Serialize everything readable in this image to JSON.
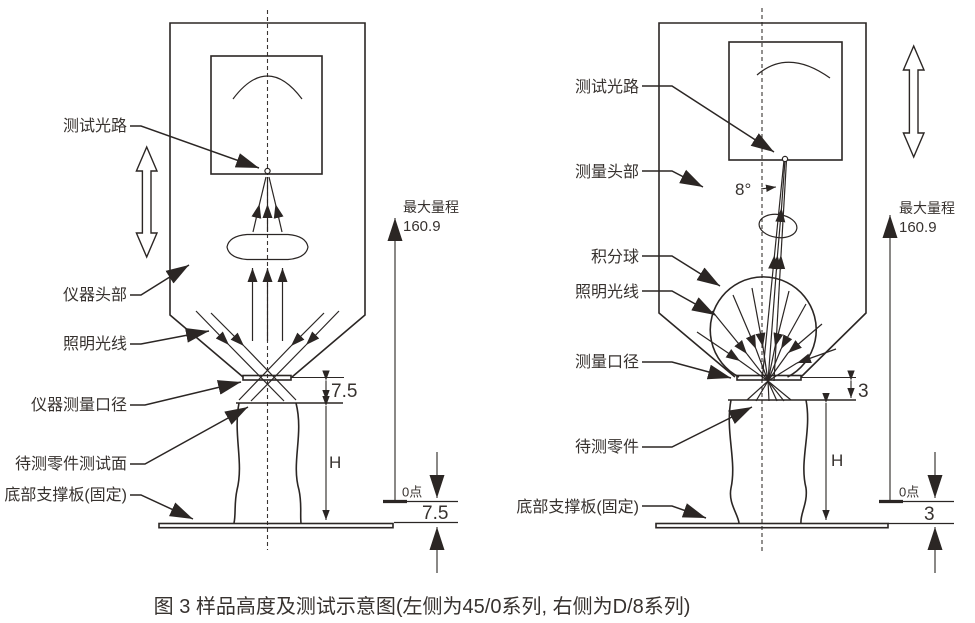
{
  "colors": {
    "ink": "#2b2624",
    "background": "#ffffff"
  },
  "caption": "图 3 样品高度及测试示意图(左侧为45/0系列, 右侧为D/8系列)",
  "left": {
    "labels": {
      "test_light_path": "测试光路",
      "instrument_head": "仪器头部",
      "illumination_rays": "照明光线",
      "instrument_aperture": "仪器测量口径",
      "part_test_surface": "待测零件测试面",
      "bottom_support_plate": "底部支撑板(固定)"
    },
    "dims": {
      "max_range_label": "最大量程",
      "max_range_value": "160.9",
      "working_distance": "7.5",
      "sample_height": "H",
      "zero_point": "0点",
      "zero_offset": "7.5"
    }
  },
  "right": {
    "labels": {
      "test_light_path": "测试光路",
      "measuring_head": "测量头部",
      "integrating_sphere": "积分球",
      "illumination_rays": "照明光线",
      "measuring_aperture": "测量口径",
      "part_under_test": "待测零件",
      "bottom_support_plate": "底部支撑板(固定)"
    },
    "dims": {
      "max_range_label": "最大量程",
      "max_range_value": "160.9",
      "tilt_angle": "8°",
      "working_distance": "3",
      "sample_height": "H",
      "zero_point": "0点",
      "zero_offset": "3"
    }
  }
}
